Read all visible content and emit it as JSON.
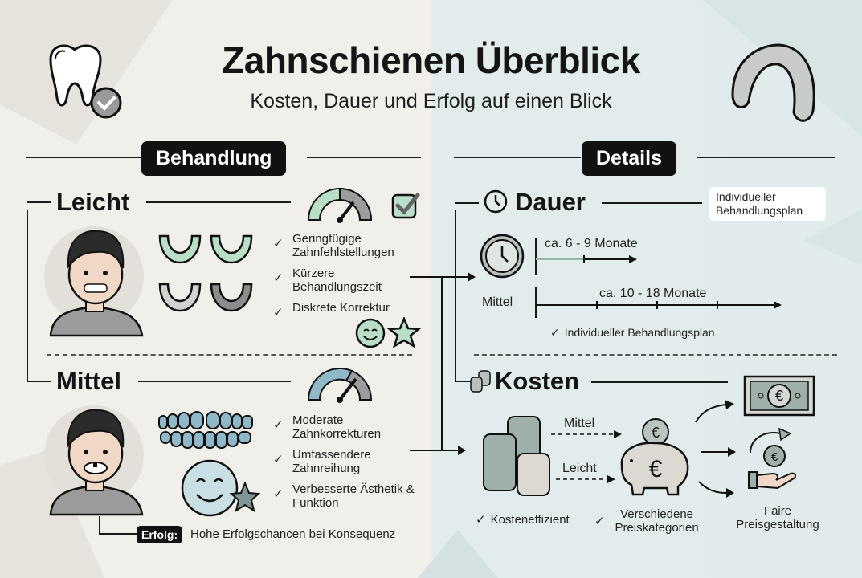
{
  "header": {
    "title": "Zahnschienen Überblick",
    "subtitle": "Kosten, Dauer und Erfolg auf einen Blick",
    "left_icon": "tooth-check-icon",
    "right_icon": "aligner-tray-icon"
  },
  "colors": {
    "left_bg": "#f1efea",
    "right_bg": "#e2ebeb",
    "mint": "#b9dfc9",
    "blue": "#8fb8c9",
    "grey": "#9a9a9a",
    "dark": "#111111"
  },
  "left": {
    "section_label": "Behandlung",
    "leicht": {
      "title": "Leicht",
      "gauge_icon": "gauge-low-icon",
      "badge_icon": "checkbox-icon",
      "bullets": [
        "Geringfügige Zahnfehlstellungen",
        "Kürzere Behandlungszeit",
        "Diskrete Korrektur"
      ],
      "icons": [
        "smiley-icon",
        "star-check-icon"
      ]
    },
    "mittel": {
      "title": "Mittel",
      "gauge_icon": "gauge-medium-icon",
      "bullets": [
        "Moderate Zahnkorrekturen",
        "Umfassendere Zahnreihung",
        "Verbesserte Ästhetik & Funktion"
      ],
      "icons": [
        "teeth-icon",
        "smiley-star-icon"
      ]
    },
    "erfolg": {
      "label": "Erfolg:",
      "text": "Hohe Erfolgschancen bei Konsequenz"
    }
  },
  "right": {
    "section_label": "Details",
    "dauer": {
      "title": "Dauer",
      "note": "Individueller Behandlungsplan",
      "leicht_range": "ca. 6 - 9 Monate",
      "mittel_label": "Mittel",
      "mittel_range": "ca. 10 - 18 Monate",
      "check": "Individueller Behandlungsplan"
    },
    "kosten": {
      "title": "Kosten",
      "flow_mittel": "Mittel",
      "flow_leicht": "Leicht",
      "check_1": "Kosteneffizient",
      "check_2": "Verschiedene Preiskategorien",
      "fair": "Faire Preisgestaltung"
    }
  }
}
